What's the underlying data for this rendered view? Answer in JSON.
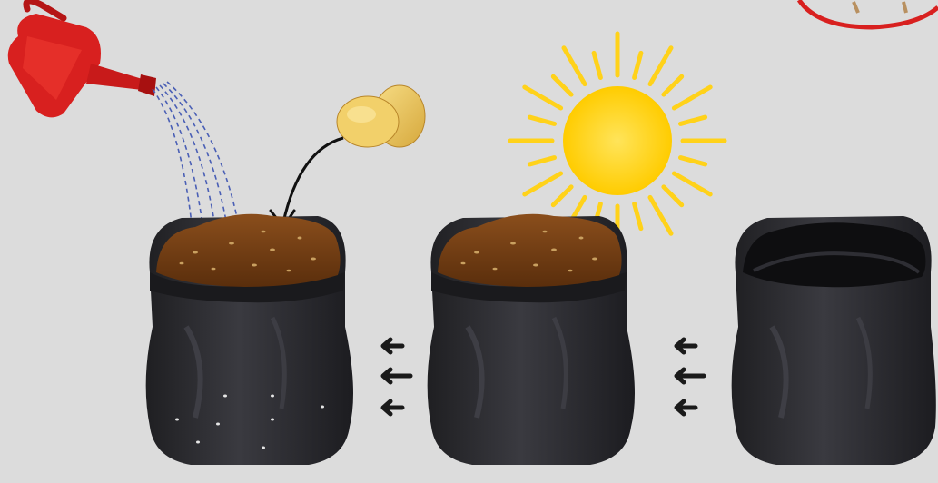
{
  "diagram": {
    "steps": [
      {
        "id": "empty-bag",
        "contents": "empty"
      },
      {
        "id": "soil-bag-sun",
        "contents": "soil"
      },
      {
        "id": "soil-bag-planted",
        "contents": "soil-with-seed-potato"
      }
    ],
    "illustrations": {
      "watering_can_icon": "watering-can-icon",
      "seed_potato_icon": "seed-potato-icon",
      "sun_icon": "sun-icon",
      "arrow_icon": "left-arrow-icon"
    },
    "colors": {
      "background": "#dcdcdc",
      "bag": "#2a2a2e",
      "bag_highlight": "#4a4a52",
      "soil": "#6b3a12",
      "soil_speck": "#c9a060",
      "sun": "#ffd21a",
      "watering_can": "#d8201f",
      "water": "#4a5fb5",
      "potato": "#e8c060",
      "arrow": "#1a1a1a",
      "badge_ring": "#d8201f"
    }
  }
}
